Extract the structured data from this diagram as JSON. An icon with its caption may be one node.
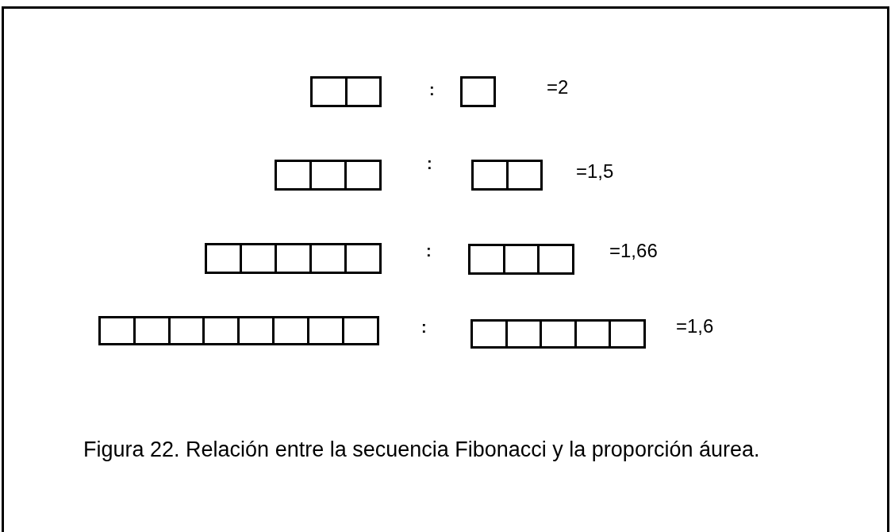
{
  "diagram": {
    "caption": "Figura 22. Relación entre la secuencia Fibonacci y la proporción áurea.",
    "labels": [
      ":",
      "=2",
      ":",
      "=1,5",
      ":",
      "=1,66",
      ":",
      "=1,6"
    ]
  }
}
